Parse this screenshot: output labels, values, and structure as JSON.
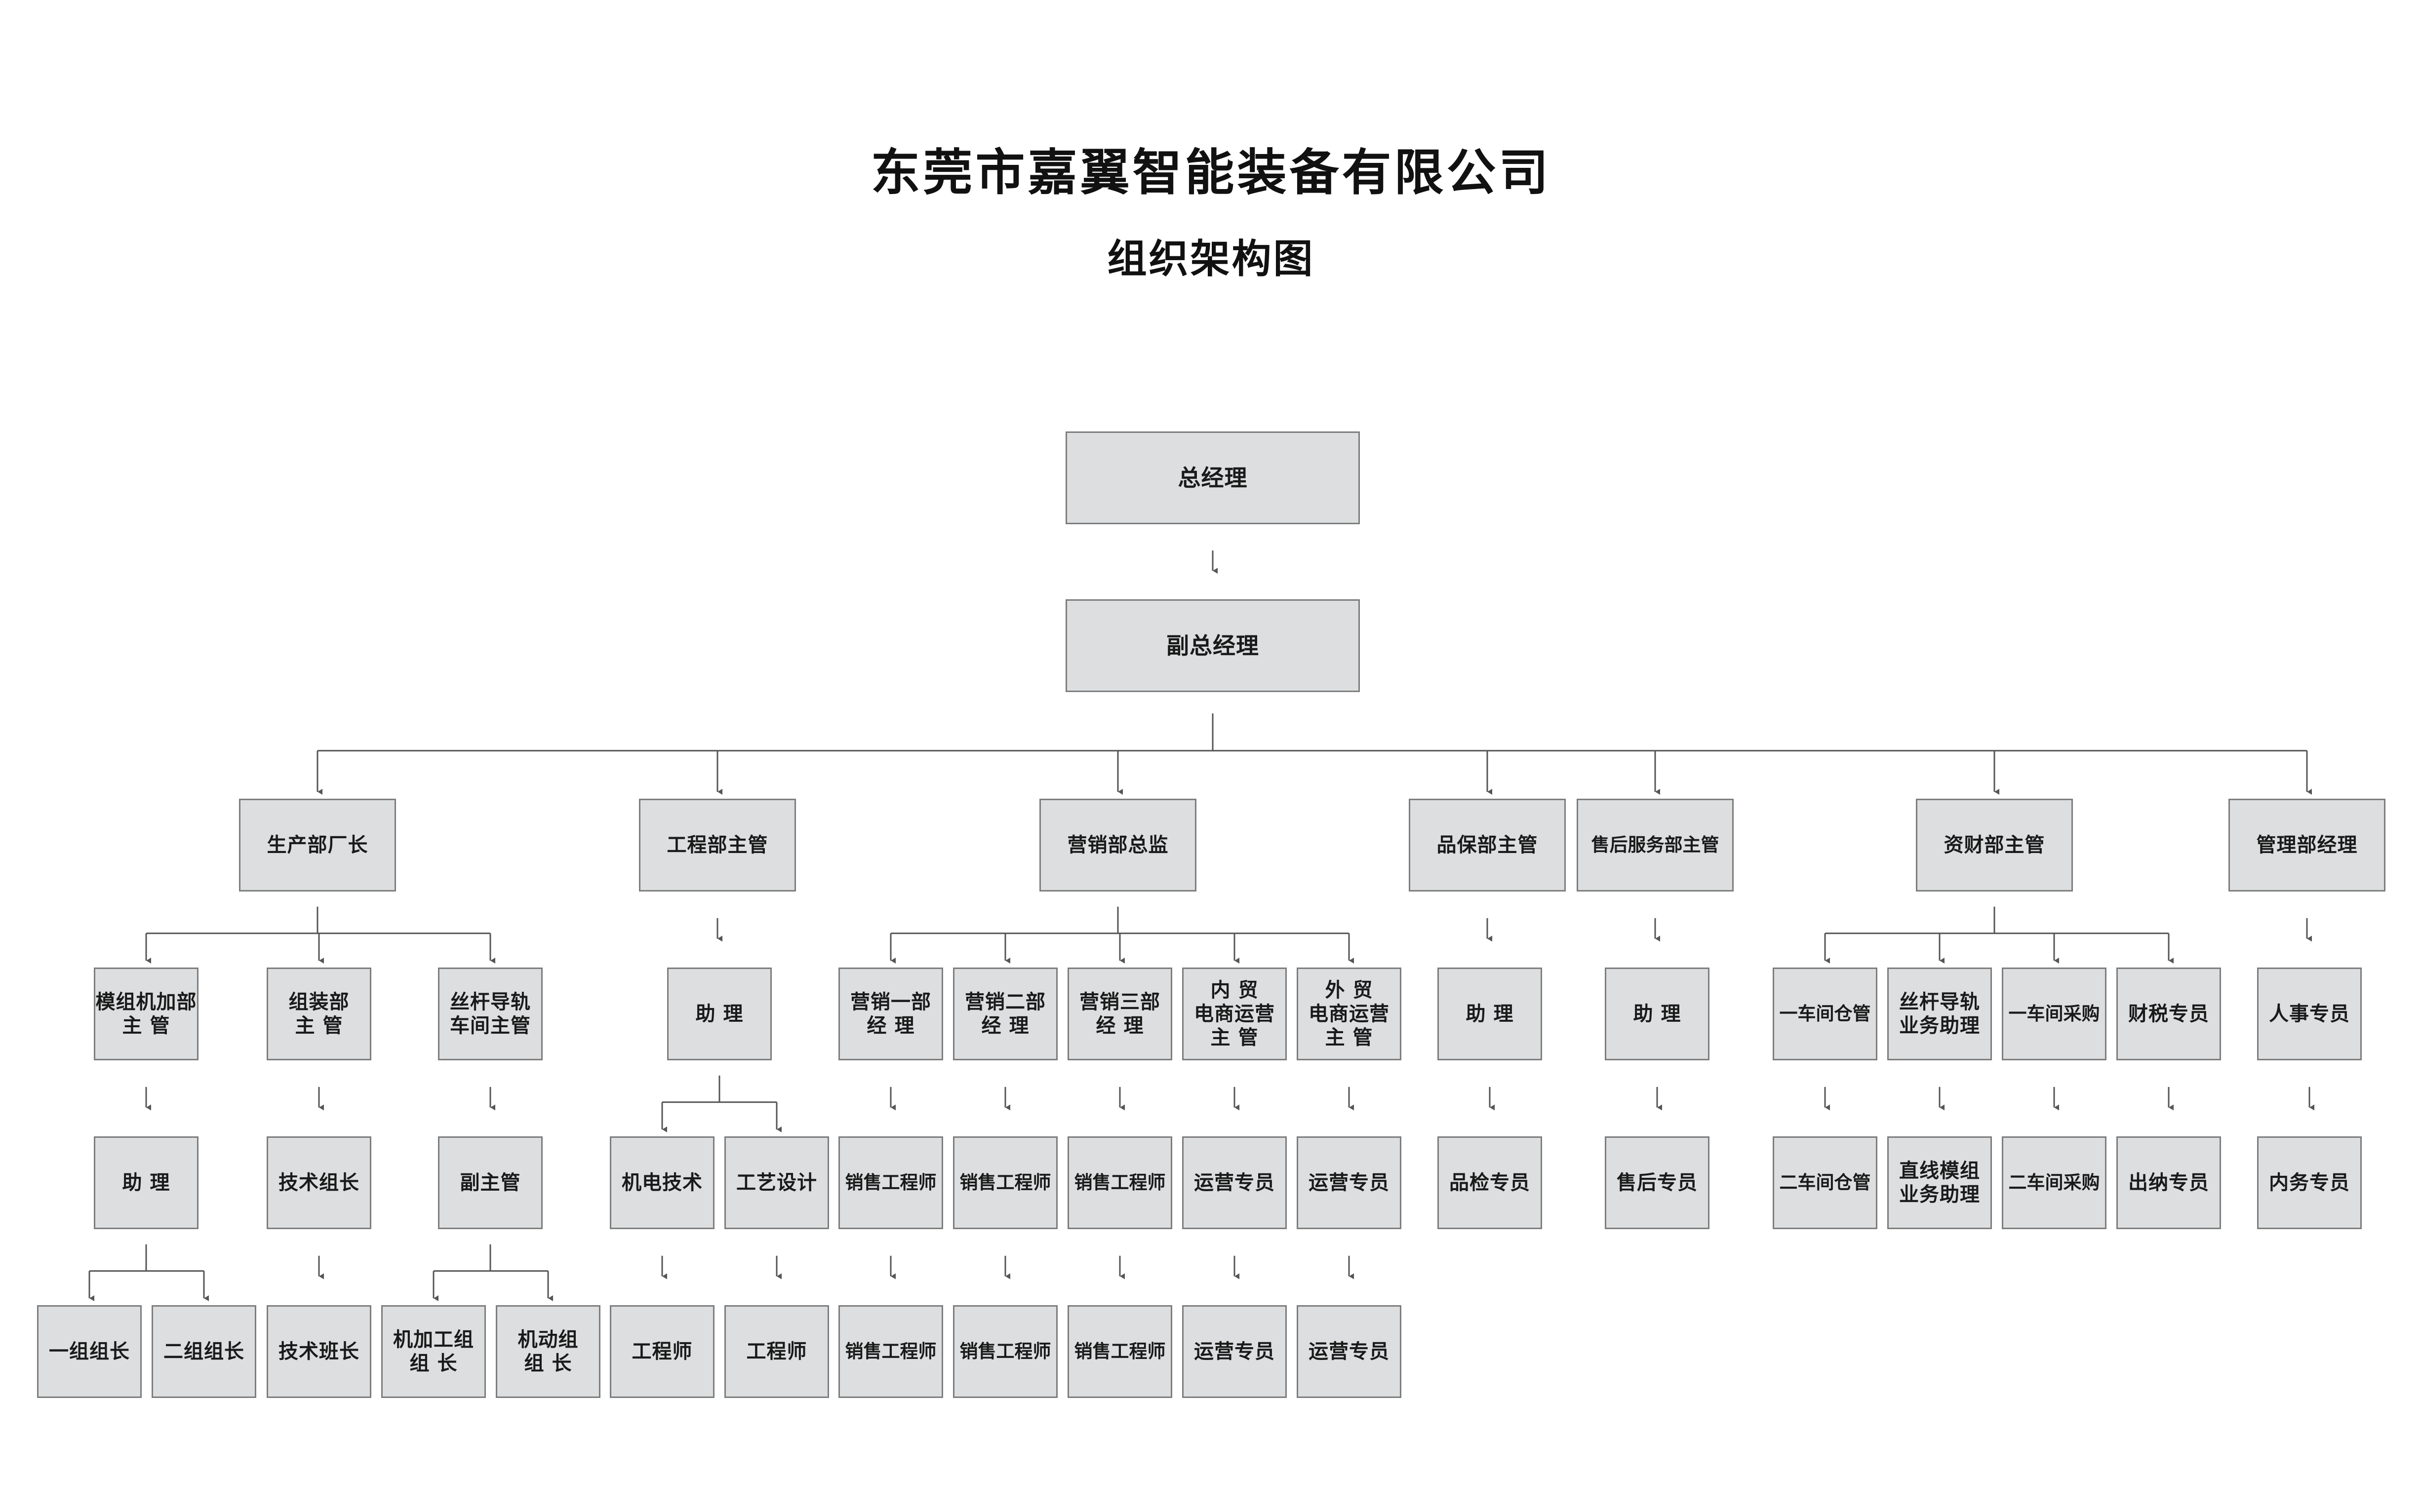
{
  "header": {
    "company": "东莞市嘉翼智能装备有限公司",
    "subtitle": "组织架构图"
  },
  "org": {
    "id": "gm",
    "label": "总经理",
    "children": [
      {
        "id": "vgm",
        "label": "副总经理",
        "children": [
          {
            "id": "prod",
            "label": "生产部厂长",
            "children": [
              {
                "id": "mod",
                "label": "模组机加部\n主 管",
                "children": [
                  {
                    "id": "mod_ast",
                    "label": "助 理",
                    "children": [
                      {
                        "id": "g1",
                        "label": "一组组长"
                      },
                      {
                        "id": "g2",
                        "label": "二组组长"
                      }
                    ]
                  }
                ]
              },
              {
                "id": "asm",
                "label": "组装部\n主 管",
                "children": [
                  {
                    "id": "tech_lead",
                    "label": "技术组长",
                    "children": [
                      {
                        "id": "tech_team",
                        "label": "技术班长"
                      }
                    ]
                  }
                ]
              },
              {
                "id": "screw",
                "label": "丝杆导轨\n车间主管",
                "children": [
                  {
                    "id": "deputy",
                    "label": "副主管",
                    "children": [
                      {
                        "id": "mach",
                        "label": "机加工组\n组 长"
                      },
                      {
                        "id": "motion",
                        "label": "机动组\n组 长"
                      }
                    ]
                  }
                ]
              }
            ]
          },
          {
            "id": "eng",
            "label": "工程部主管",
            "children": [
              {
                "id": "eng_ast",
                "label": "助 理",
                "children": [
                  {
                    "id": "mech",
                    "label": "机电技术",
                    "children": [
                      {
                        "id": "eng1",
                        "label": "工程师"
                      }
                    ]
                  },
                  {
                    "id": "proc",
                    "label": "工艺设计",
                    "children": [
                      {
                        "id": "eng2",
                        "label": "工程师"
                      }
                    ]
                  }
                ]
              }
            ]
          },
          {
            "id": "sales",
            "label": "营销部总监",
            "children": [
              {
                "id": "s1",
                "label": "营销一部\n经 理",
                "children": [
                  {
                    "id": "s1a",
                    "label": "销售工程师",
                    "children": [
                      {
                        "id": "s1b",
                        "label": "销售工程师"
                      }
                    ]
                  }
                ]
              },
              {
                "id": "s2",
                "label": "营销二部\n经 理",
                "children": [
                  {
                    "id": "s2a",
                    "label": "销售工程师",
                    "children": [
                      {
                        "id": "s2b",
                        "label": "销售工程师"
                      }
                    ]
                  }
                ]
              },
              {
                "id": "s3",
                "label": "营销三部\n经 理",
                "children": [
                  {
                    "id": "s3a",
                    "label": "销售工程师",
                    "children": [
                      {
                        "id": "s3b",
                        "label": "销售工程师"
                      }
                    ]
                  }
                ]
              },
              {
                "id": "dom",
                "label": "内 贸\n电商运营\n主 管",
                "children": [
                  {
                    "id": "dom_a",
                    "label": "运营专员",
                    "children": [
                      {
                        "id": "dom_b",
                        "label": "运营专员"
                      }
                    ]
                  }
                ]
              },
              {
                "id": "frn",
                "label": "外 贸\n电商运营\n主 管",
                "children": [
                  {
                    "id": "frn_a",
                    "label": "运营专员",
                    "children": [
                      {
                        "id": "frn_b",
                        "label": "运营专员"
                      }
                    ]
                  }
                ]
              }
            ]
          },
          {
            "id": "qa",
            "label": "品保部主管",
            "children": [
              {
                "id": "qa_ast",
                "label": "助 理",
                "children": [
                  {
                    "id": "qc",
                    "label": "品检专员"
                  }
                ]
              }
            ]
          },
          {
            "id": "svc",
            "label": "售后服务部主管",
            "children": [
              {
                "id": "svc_ast",
                "label": "助 理",
                "children": [
                  {
                    "id": "svc_staff",
                    "label": "售后专员"
                  }
                ]
              }
            ]
          },
          {
            "id": "fin",
            "label": "资财部主管",
            "children": [
              {
                "id": "wh1",
                "label": "一车间仓管",
                "children": [
                  {
                    "id": "wh2",
                    "label": "二车间仓管"
                  }
                ]
              },
              {
                "id": "bz1",
                "label": "丝杆导轨\n业务助理",
                "children": [
                  {
                    "id": "bz2",
                    "label": "直线模组\n业务助理"
                  }
                ]
              },
              {
                "id": "pur1",
                "label": "一车间采购",
                "children": [
                  {
                    "id": "pur2",
                    "label": "二车间采购"
                  }
                ]
              },
              {
                "id": "tax",
                "label": "财税专员",
                "children": [
                  {
                    "id": "cash",
                    "label": "出纳专员"
                  }
                ]
              }
            ]
          },
          {
            "id": "adm",
            "label": "管理部经理",
            "children": [
              {
                "id": "hr",
                "label": "人事专员",
                "children": [
                  {
                    "id": "office",
                    "label": "内务专员"
                  }
                ]
              }
            ]
          }
        ]
      }
    ]
  },
  "colors": {
    "box_fill": "#dcdedf",
    "box_border": "#7d7d7d",
    "line": "#555555",
    "text": "#1a1a1a"
  }
}
